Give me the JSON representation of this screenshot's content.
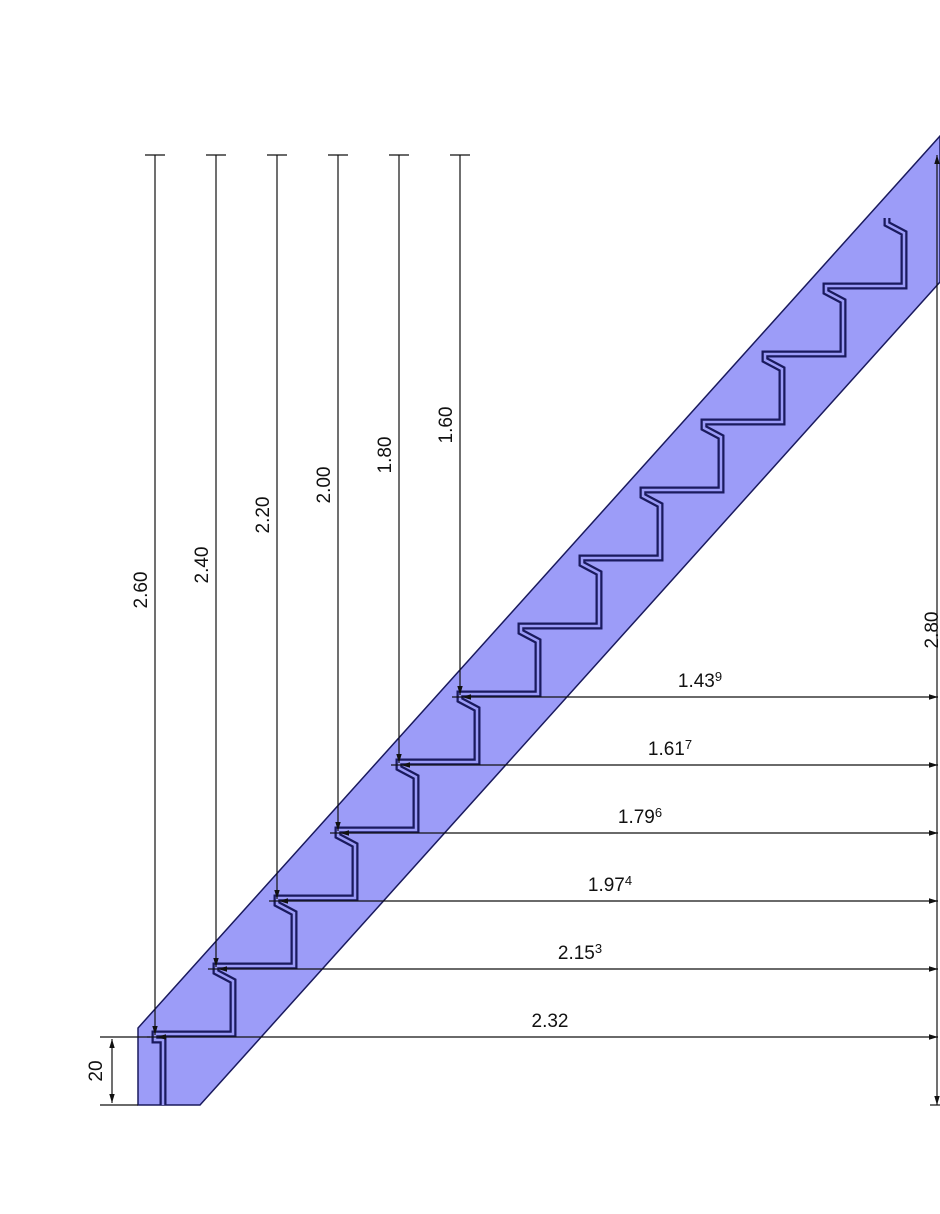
{
  "title": "Stair section with dimensions",
  "colors": {
    "stringer_fill": "#9c9cf8",
    "outline": "#1a1a5e",
    "dim_line": "#111111"
  },
  "vertical_dims": [
    {
      "label": "2.60"
    },
    {
      "label": "2.40"
    },
    {
      "label": "2.20"
    },
    {
      "label": "2.00"
    },
    {
      "label": "1.80"
    },
    {
      "label": "1.60"
    }
  ],
  "horizontal_dims": [
    {
      "label": "2.32",
      "sup": ""
    },
    {
      "label": "2.15",
      "sup": "3"
    },
    {
      "label": "1.97",
      "sup": "4"
    },
    {
      "label": "1.79",
      "sup": "6"
    },
    {
      "label": "1.61",
      "sup": "7"
    },
    {
      "label": "1.43",
      "sup": "9"
    }
  ],
  "total_height_dim": {
    "label": "2.80"
  },
  "base_dim": {
    "label": "20"
  },
  "step_count": 13
}
